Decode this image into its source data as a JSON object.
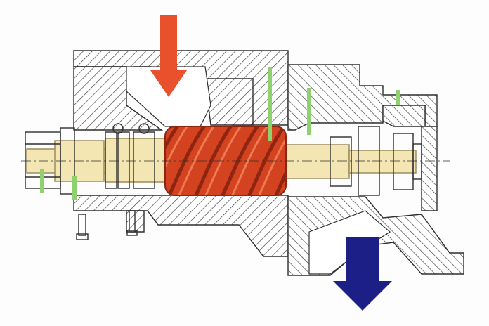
{
  "diagram": {
    "subject": "screw-compressor-cross-section",
    "colors": {
      "background": "#fdfdfd",
      "line": "#2f2f2f",
      "hatch": "#3a3a3a",
      "rotor": "#d4431f",
      "rotor_dark": "#8e2412",
      "shaft": "#f4e6b2",
      "shaft_edge": "#9c8d5c",
      "inlet_arrow": "#e8512b",
      "outlet_arrow": "#1b1f86",
      "lubrication_line": "#8fd16f"
    },
    "flow": [
      {
        "name": "inlet",
        "direction": "down",
        "icon": "arrow-down-red"
      },
      {
        "name": "outlet",
        "direction": "down",
        "icon": "arrow-down-blue"
      }
    ]
  }
}
